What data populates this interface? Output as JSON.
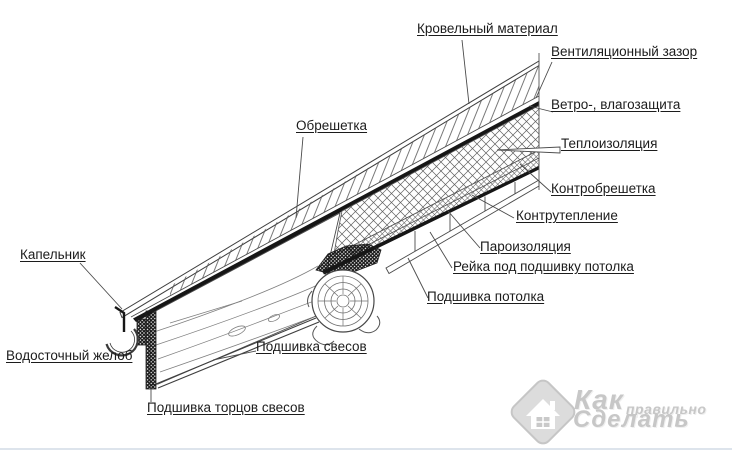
{
  "labels": {
    "roofing_material": "Кровельный материал",
    "ventilation_gap": "Вентиляционный зазор",
    "wind_moisture_protection": "Ветро-, влагозащита",
    "thermal_insulation": "Теплоизоляция",
    "counter_lathing": "Контробрешетка",
    "counter_insulation": "Контрутепление",
    "vapor_barrier": "Пароизоляция",
    "ceiling_batten": "Рейка под подшивку потолка",
    "ceiling_lining": "Подшивка потолка",
    "lathing": "Обрешетка",
    "drip_edge": "Капельник",
    "gutter": "Водосточный желоб",
    "eaves_lining": "Подшивка свесов",
    "eaves_end_lining": "Подшивка торцов свесов"
  },
  "watermark": {
    "word_top": "Как",
    "word_right": "правильно",
    "word_bottom": "Сделать"
  },
  "colors": {
    "line": "#3f3f3f",
    "dark_fill": "#161616",
    "label_text": "#1c1c1c",
    "watermark_text": "#c7c7c7",
    "background": "#ffffff"
  }
}
